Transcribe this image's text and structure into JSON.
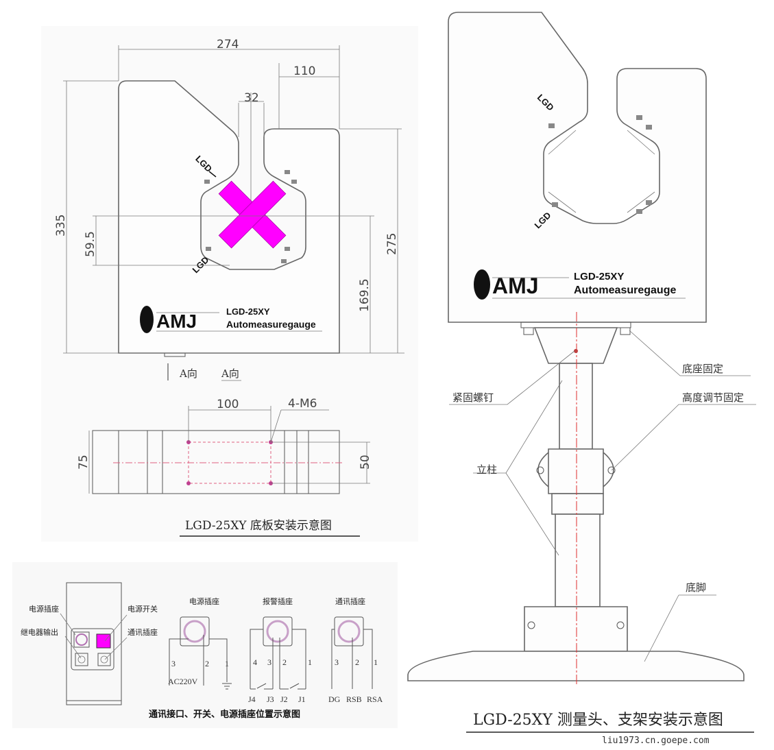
{
  "top_view": {
    "dimensions": {
      "width_total": "274",
      "right_width": "110",
      "slot": "32",
      "height_total": "335",
      "height_right": "275",
      "center_offset": "59.5",
      "center_height": "169.5"
    },
    "sensor_mark": "LGD",
    "logo": {
      "brand": "AMJ",
      "model": "LGD-25XY",
      "subtitle": "Automeasuregauge"
    },
    "direction_labels": [
      "A向",
      "A向"
    ]
  },
  "base_plate": {
    "dimensions": {
      "hole_spacing": "100",
      "holes": "4-M6",
      "depth": "75",
      "hole_depth": "50"
    },
    "caption": "LGD-25XY 底板安装示意图"
  },
  "connector_panel": {
    "labels": {
      "power_socket": "电源插座",
      "relay_output": "继电器输出",
      "power_switch": "电源开关",
      "comm_socket": "通讯插座"
    },
    "power": {
      "title": "电源插座",
      "pins": [
        "3",
        "2",
        "1"
      ],
      "voltage": "AC220V"
    },
    "alarm": {
      "title": "报警插座",
      "pins": [
        "4",
        "3",
        "2",
        "1"
      ],
      "outputs": [
        "J4",
        "J3",
        "J2",
        "J1"
      ]
    },
    "comm": {
      "title": "通讯插座",
      "pins": [
        "3",
        "2",
        "1"
      ],
      "signals": [
        "DG",
        "RSB",
        "RSA"
      ]
    },
    "caption": "通讯接口、开关、电源插座位置示意图",
    "switch_color": "#ff00ff"
  },
  "stand_view": {
    "logo": {
      "brand": "AMJ",
      "model": "LGD-25XY",
      "subtitle": "Automeasuregauge"
    },
    "callouts": {
      "base_fix": "底座固定",
      "screw": "紧固螺钉",
      "height_fix": "高度调节固定",
      "column": "立柱",
      "foot": "底脚"
    },
    "caption": "LGD-25XY 测量头、支架安装示意图"
  },
  "watermark": "liu1973.cn.goepe.com",
  "colors": {
    "accent": "#ff00ff",
    "centerline": "#e03030"
  }
}
